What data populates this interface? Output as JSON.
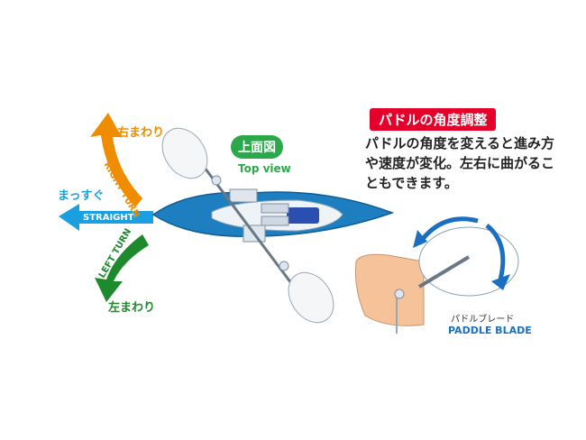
{
  "labels": {
    "right_turn_jp": "右まわり",
    "right_turn_en": "RIGHT TURN",
    "straight_jp": "まっすぐ",
    "straight_en": "STRAIGHT",
    "left_turn_en": "LEFT TURN",
    "left_turn_jp": "左まわり",
    "top_view_jp": "上面図",
    "top_view_en": "Top view"
  },
  "callout": {
    "heading": "パドルの角度調整",
    "description": "パドルの角度を変えると進み方や速度が変化。左右に曲がることもできます。",
    "paddle_jp": "パドルブレード",
    "paddle_en": "PADDLE BLADE"
  },
  "colors": {
    "orange_arrow": "#f08c00",
    "blue_arrow": "#1aa0e0",
    "green_arrow": "#1e8a2e",
    "hull_blue": "#1e7fc0",
    "heading_red": "#e4002b",
    "badge_green": "#2ba84a"
  }
}
